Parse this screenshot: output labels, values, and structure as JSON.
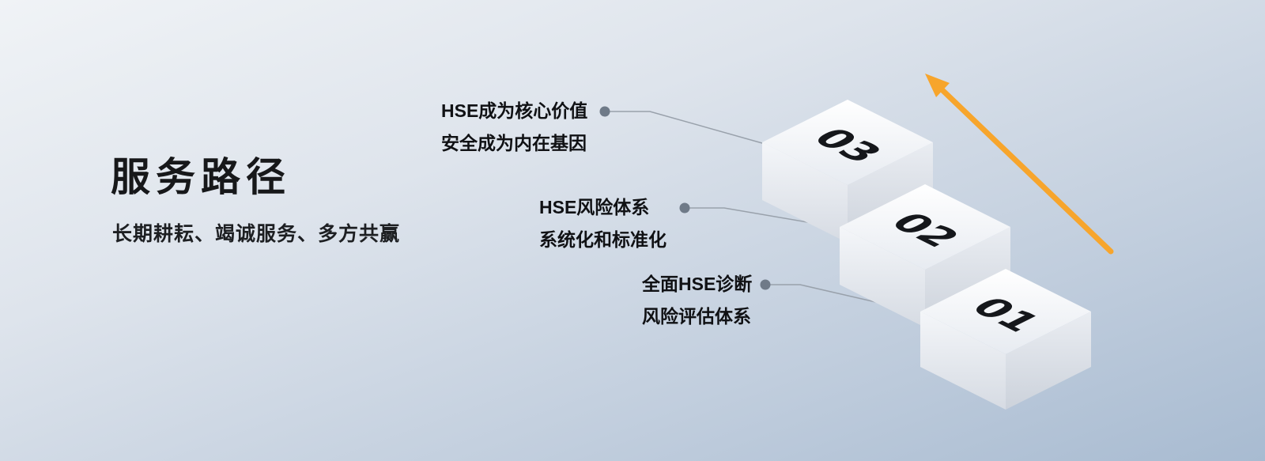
{
  "page": {
    "title": "服务路径",
    "subtitle": "长期耕耘、竭诚服务、多方共赢"
  },
  "callouts": [
    {
      "step": "03",
      "line1": "HSE成为核心价值",
      "line2": "安全成为内在基因"
    },
    {
      "step": "02",
      "line1": "HSE风险体系",
      "line2": "系统化和标准化"
    },
    {
      "step": "01",
      "line1": "全面HSE诊断",
      "line2": "风险评估体系"
    }
  ],
  "steps": [
    {
      "number": "03"
    },
    {
      "number": "02"
    },
    {
      "number": "01"
    }
  ],
  "colors": {
    "arrow": "#F7A52C",
    "connector": "#99A1AB",
    "dot": "#6F7A88",
    "background_top": "#F0F3F6",
    "background_bottom": "#A8BBD1",
    "step_top_face": "#FFFFFF",
    "step_side_face": "#D9DEE5",
    "text": "#16181B"
  }
}
